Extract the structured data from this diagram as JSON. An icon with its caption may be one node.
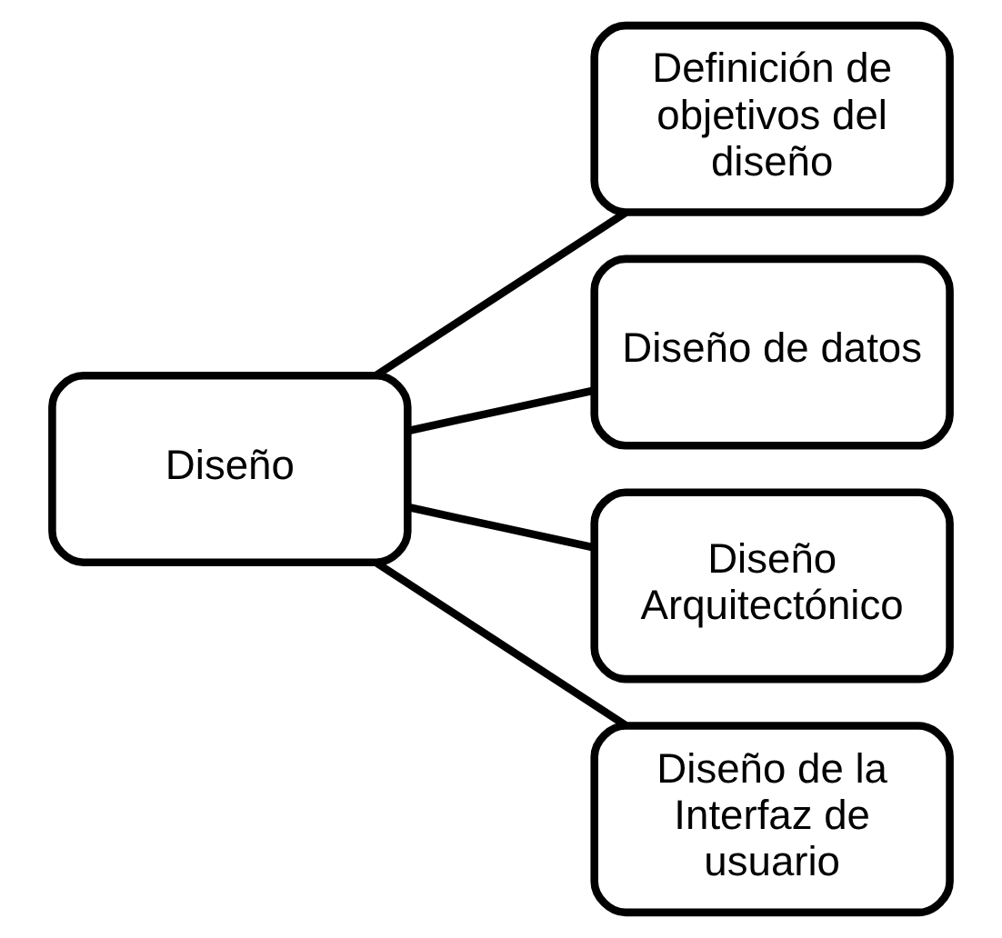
{
  "diagram": {
    "nodes": [
      {
        "text": [
          "Diseño"
        ]
      },
      {
        "text": [
          "Definición de objetivos del diseño"
        ]
      },
      {
        "text": [
          "Diseño de datos"
        ]
      },
      {
        "text": [
          "Diseño Arquitectónico"
        ]
      },
      {
        "text": [
          "Diseño de la Interfaz de usuario"
        ]
      }
    ],
    "edges": [
      {
        "from": 0,
        "to": 1,
        "arrow": "none"
      },
      {
        "from": 0,
        "to": 2,
        "arrow": "none"
      },
      {
        "from": 0,
        "to": 3,
        "arrow": "none"
      },
      {
        "from": 0,
        "to": 4,
        "arrow": "none"
      }
    ]
  }
}
